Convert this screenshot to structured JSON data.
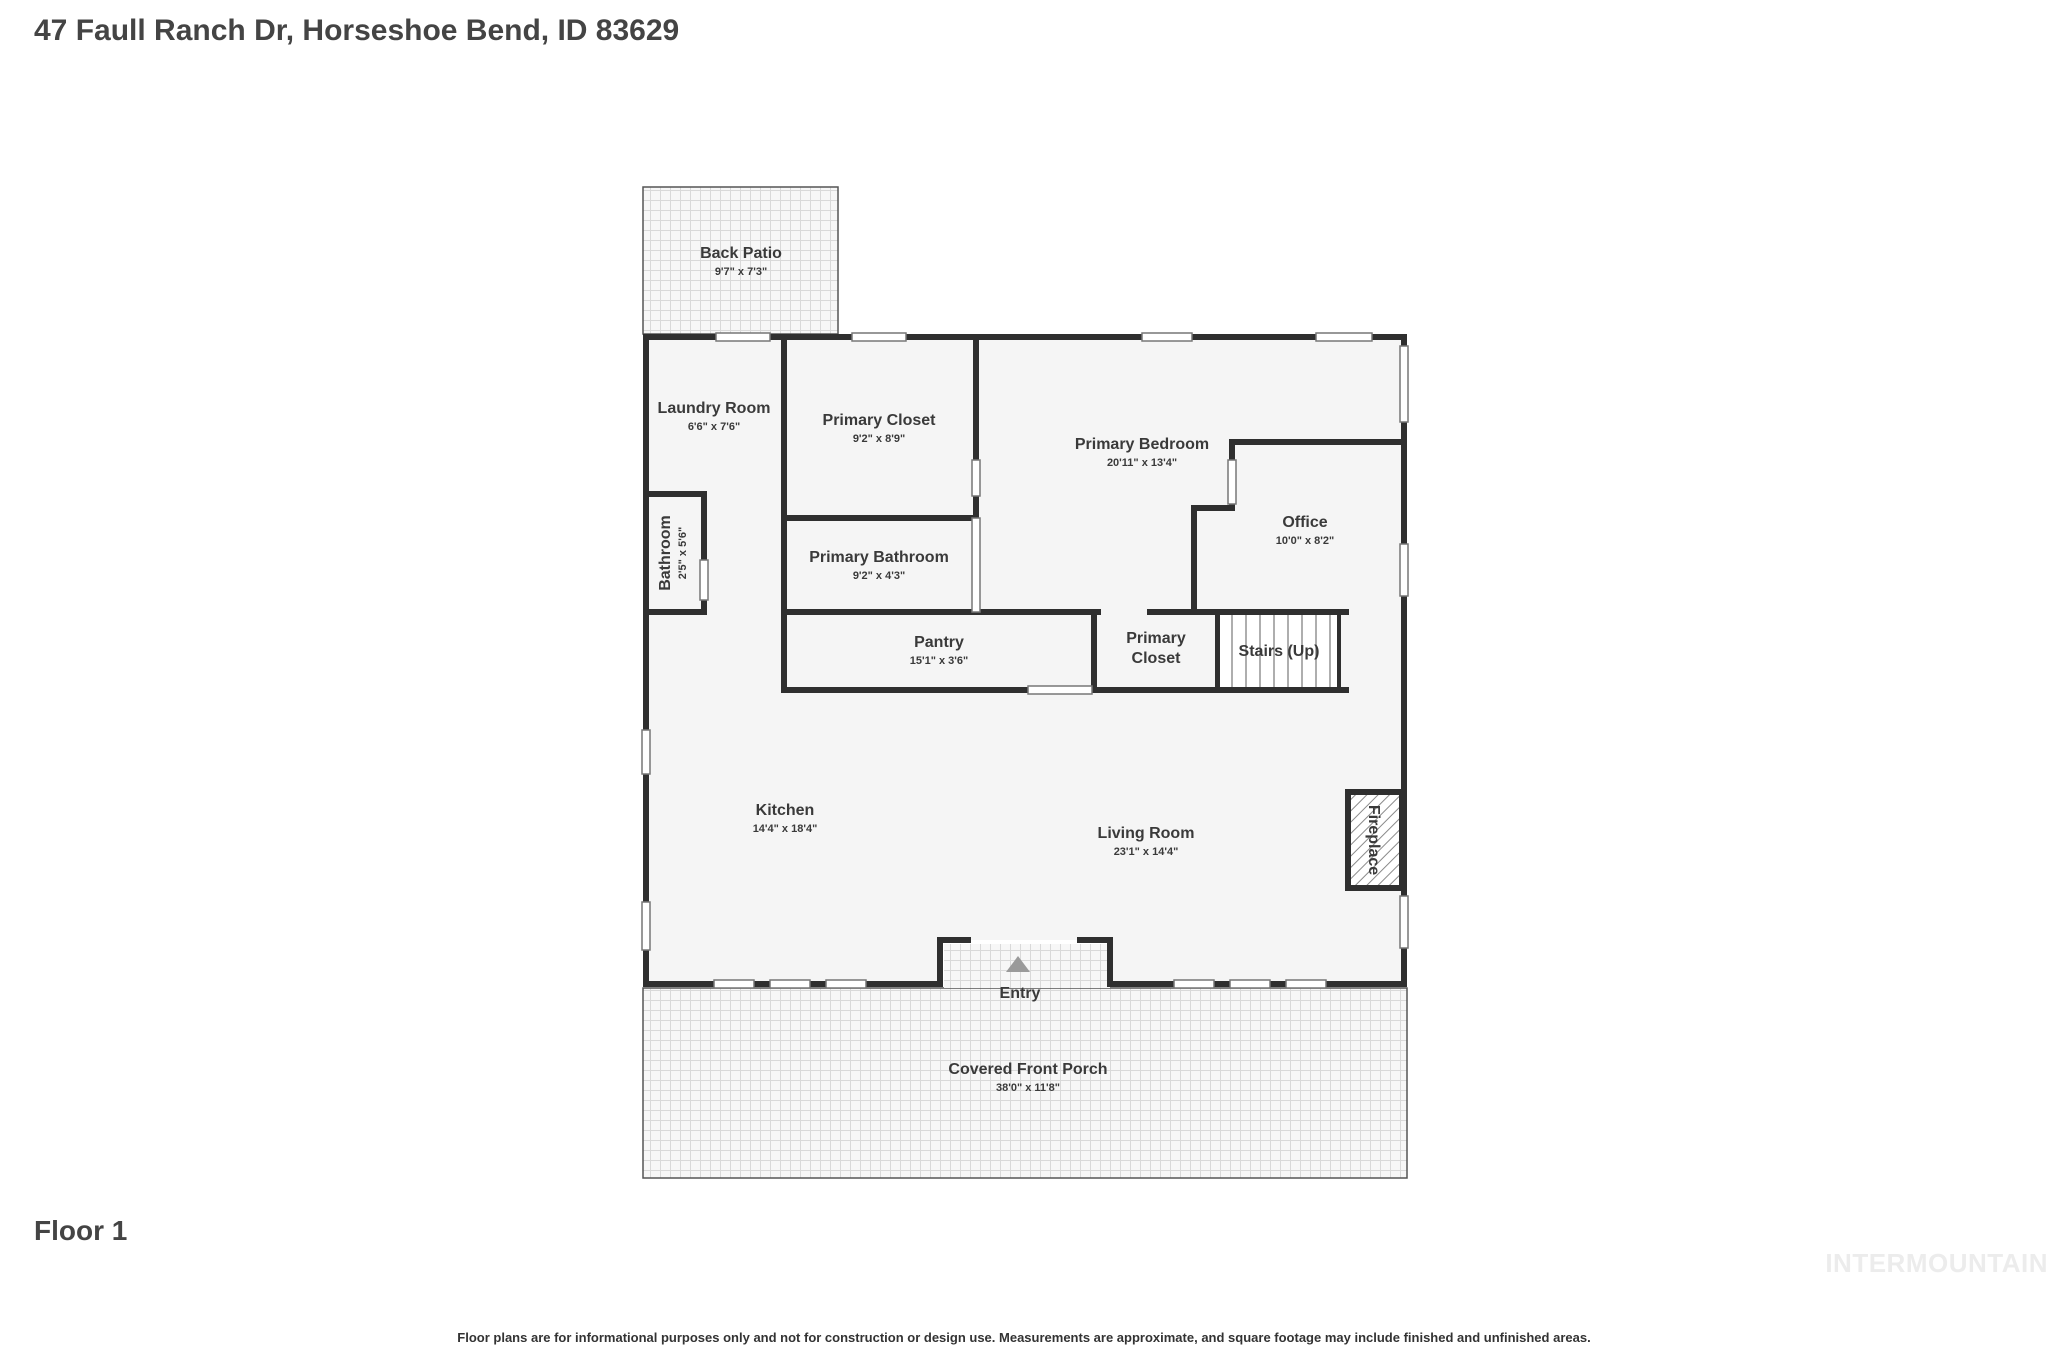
{
  "header": {
    "address": "47 Faull Ranch Dr, Horseshoe Bend, ID 83629"
  },
  "footer": {
    "floor_label": "Floor 1",
    "watermark": "INTERMOUNTAIN",
    "disclaimer": "Floor plans are for informational purposes only and not for construction or design use. Measurements are approximate, and square footage may include finished and unfinished areas."
  },
  "rooms": {
    "back_patio": {
      "name": "Back Patio",
      "dims": "9'7\" x 7'3\""
    },
    "laundry_room": {
      "name": "Laundry Room",
      "dims": "6'6\" x 7'6\""
    },
    "primary_closet": {
      "name": "Primary Closet",
      "dims": "9'2\" x 8'9\""
    },
    "primary_bedroom": {
      "name": "Primary Bedroom",
      "dims": "20'11\" x 13'4\""
    },
    "office": {
      "name": "Office",
      "dims": "10'0\" x 8'2\""
    },
    "bathroom": {
      "name": "Bathroom",
      "dims": "2'5\" x 5'6\""
    },
    "primary_bathroom": {
      "name": "Primary Bathroom",
      "dims": "9'2\" x 4'3\""
    },
    "pantry": {
      "name": "Pantry",
      "dims": "15'1\" x 3'6\""
    },
    "primary_closet_2": {
      "name_line1": "Primary",
      "name_line2": "Closet"
    },
    "stairs": {
      "name": "Stairs (Up)"
    },
    "fireplace": {
      "name": "Fireplace"
    },
    "kitchen": {
      "name": "Kitchen",
      "dims": "14'4\" x 18'4\""
    },
    "living_room": {
      "name": "Living Room",
      "dims": "23'1\" x 14'4\""
    },
    "entry": {
      "name": "Entry"
    },
    "front_porch": {
      "name": "Covered Front Porch",
      "dims": "38'0\" x 11'8\""
    }
  }
}
